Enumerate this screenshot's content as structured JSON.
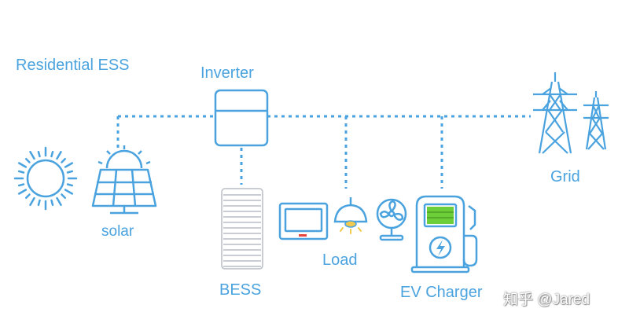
{
  "diagram": {
    "title": "Residential ESS",
    "nodes": {
      "inverter": "Inverter",
      "solar": "solar",
      "bess": "BESS",
      "load": "Load",
      "ev_charger": "EV Charger",
      "grid": "Grid"
    },
    "watermark": "知乎 @Jared"
  },
  "colors": {
    "line": "#4aa3df",
    "ev_screen": "#6ccf3a",
    "tv_indicator": "#e8453c",
    "lamp_glow": "#f2c94c"
  },
  "icons": [
    "sun-icon",
    "solar-panel-icon",
    "inverter-icon",
    "battery-stack-icon",
    "monitor-icon",
    "lamp-icon",
    "fan-icon",
    "ev-charger-icon",
    "transmission-tower-icon"
  ]
}
